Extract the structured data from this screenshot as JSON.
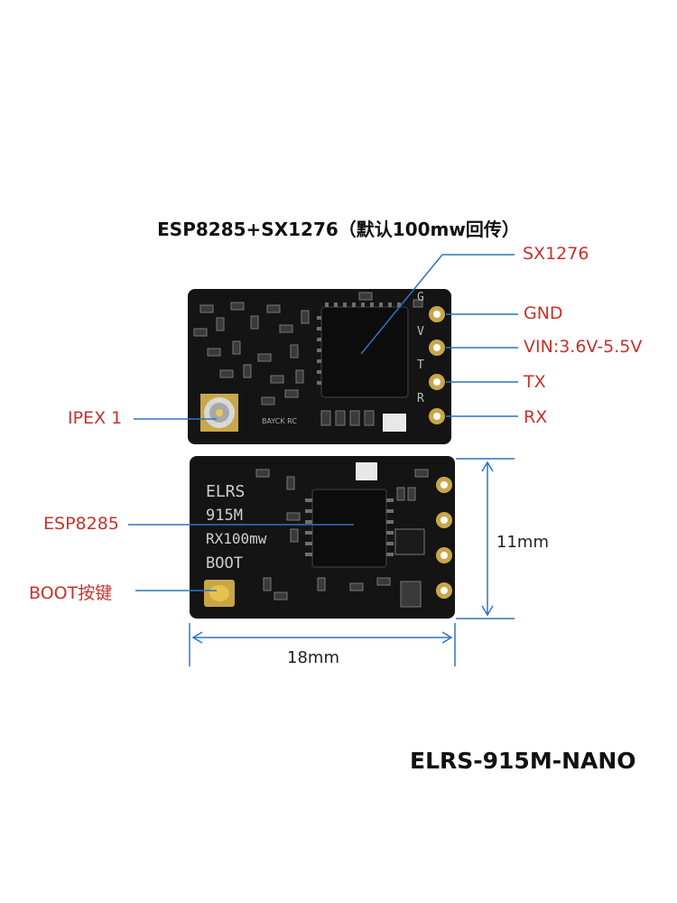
{
  "title": "ESP8285+SX1276（默认100mw回传）",
  "labels": {
    "sx1276": "SX1276",
    "gnd": "GND",
    "vin": "VIN:3.6V-5.5V",
    "tx": "TX",
    "rx": "RX",
    "ipex": "IPEX 1",
    "esp8285": "ESP8285",
    "boot": "BOOT按键"
  },
  "silkscreen": {
    "pin_g": "G",
    "pin_v": "V",
    "pin_t": "T",
    "pin_r": "R",
    "brand": "BAYCK RC",
    "line1": "ELRS",
    "line2": "915M",
    "line3": "RX100mw",
    "boot": "BOOT"
  },
  "dimensions": {
    "height": "11mm",
    "width": "18mm"
  },
  "model": "ELRS-915M-NANO",
  "colors": {
    "label_red": "#c8312c",
    "leader_blue": "#2f74c0",
    "pcb": "#141414",
    "pad_gold": "#c9a648"
  }
}
